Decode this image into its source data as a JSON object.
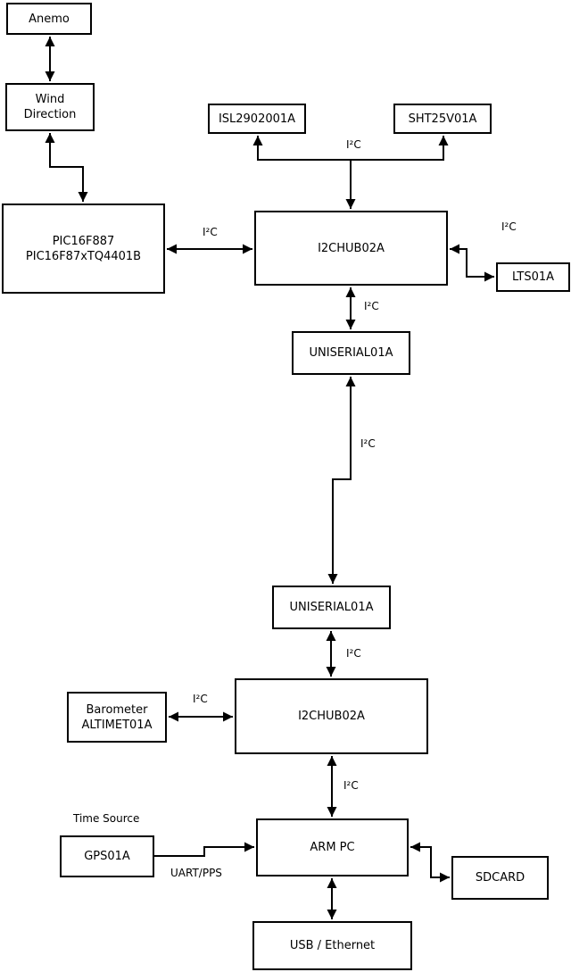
{
  "diagram": {
    "title_hint": "weather-station wiring block diagram",
    "colors": {
      "line": "#000000",
      "background": "#ffffff",
      "box_fill": "#ffffff",
      "text": "#000000"
    },
    "nodes": {
      "anemo": {
        "label": "Anemo"
      },
      "wind_direction": {
        "line1": "Wind",
        "line2": "Direction"
      },
      "pic": {
        "line1": "PIC16F887",
        "line2": "PIC16F87xTQ4401B"
      },
      "isl": {
        "label": "ISL2902001A"
      },
      "sht": {
        "label": "SHT25V01A"
      },
      "hub1": {
        "label": "I2CHUB02A"
      },
      "lts": {
        "label": "LTS01A"
      },
      "uniserial1": {
        "label": "UNISERIAL01A"
      },
      "uniserial2": {
        "label": "UNISERIAL01A"
      },
      "hub2": {
        "label": "I2CHUB02A"
      },
      "barometer": {
        "line1": "Barometer",
        "line2": "ALTIMET01A"
      },
      "arm_pc": {
        "label": "ARM PC"
      },
      "gps": {
        "label": "GPS01A"
      },
      "sdcard": {
        "label": "SDCARD"
      },
      "usb": {
        "label": "USB / Ethernet"
      }
    },
    "labels": {
      "i2c_isl_sht": "I²C",
      "i2c_pic_hub1": "I²C",
      "i2c_hub1_lts": "I²C",
      "i2c_hub1_uniserial1": "I²C",
      "i2c_uniserial_link": "I²C",
      "i2c_uniserial2_hub2": "I²C",
      "i2c_barometer_hub2": "I²C",
      "i2c_hub2_arm": "I²C",
      "uart_pps": "UART/PPS",
      "time_source": "Time Source"
    }
  }
}
